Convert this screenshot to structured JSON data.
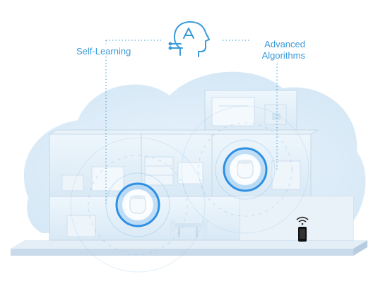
{
  "labels": {
    "self_learning": "Self-Learning",
    "advanced_line1": "Advanced",
    "advanced_line2": "Algorithms"
  },
  "icons": {
    "center": "ai-head-icon",
    "phone": "smartphone-wifi-icon",
    "devices": [
      "mesh-router-icon",
      "mesh-router-icon"
    ]
  },
  "colors": {
    "accent": "#3a9bd9",
    "halo": "#2f8fe3",
    "house": "#dcecf7",
    "cloud": "#e3f0fa"
  }
}
